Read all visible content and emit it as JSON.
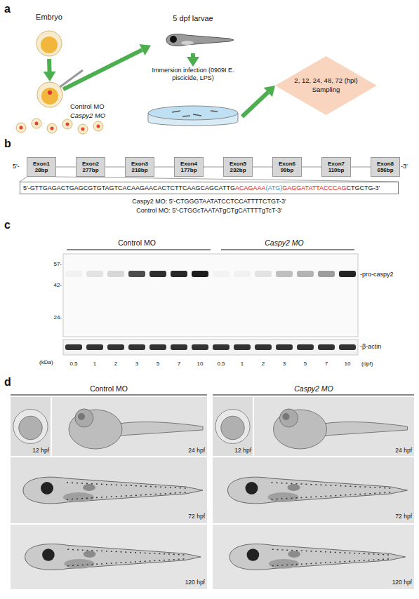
{
  "diagram": {
    "nodes": [
      {
        "text": [
          "Embryo"
        ]
      },
      {
        "text": [
          "Control MO",
          "Caspy2 MO"
        ]
      },
      {
        "text": [
          "5 dpf larvae"
        ]
      },
      {
        "text": [
          "Immersion infection (0909I E. piscicide, LPS)"
        ]
      },
      {
        "text": [
          "2, 12, 24, 48, 72 (hpi)",
          "Sampling"
        ]
      },
      {
        "text": [
          "Exon1 28bp"
        ]
      },
      {
        "text": [
          "Exon2 277bp"
        ]
      },
      {
        "text": [
          "Exon3 218bp"
        ]
      },
      {
        "text": [
          "Exon4 177bp"
        ]
      },
      {
        "text": [
          "Exon5 232bp"
        ]
      },
      {
        "text": [
          "Exon6 99bp"
        ]
      },
      {
        "text": [
          "Exon7 110bp"
        ]
      },
      {
        "text": [
          "Exon8 656bp"
        ]
      },
      {
        "text": [
          "5'-GTTGAGACTGAGCGTGTAGTCACAAGAACACTCTTCAAGCAGCATTG",
          "ACAGAAA",
          "(ATG)",
          "GAGGATATTACCCAG",
          "CTGCTG-3'"
        ]
      }
    ],
    "edges": [
      {
        "from": 0,
        "to": 1,
        "arrow": "to"
      },
      {
        "from": 1,
        "to": 2,
        "arrow": "to"
      },
      {
        "from": 2,
        "to": 3,
        "arrow": "to"
      },
      {
        "from": 3,
        "to": 4,
        "arrow": "to"
      },
      {
        "from": 5,
        "to": 6,
        "arrow": "none"
      },
      {
        "from": 6,
        "to": 7,
        "arrow": "none"
      },
      {
        "from": 7,
        "to": 8,
        "arrow": "none"
      },
      {
        "from": 8,
        "to": 9,
        "arrow": "none"
      },
      {
        "from": 9,
        "to": 10,
        "arrow": "none"
      },
      {
        "from": 10,
        "to": 11,
        "arrow": "none"
      },
      {
        "from": 11,
        "to": 12,
        "arrow": "none"
      }
    ],
    "labels": [
      "a",
      "b",
      "5'-",
      "-3'",
      "Caspy2 MO: 5'-CTGGGTAATATCCTCCATTTTCTGT-3'",
      "Control MO: 5'-CTGGcTAATATgCTgCATTTTgTcT-3'",
      "c",
      "Control MO",
      "Caspy2 MO",
      "57-",
      "42-",
      "24-",
      "-pro-caspy2",
      "-β-actin",
      "(kDa)",
      "0.5",
      "1",
      "2",
      "3",
      "5",
      "7",
      "10",
      "0.5",
      "1",
      "2",
      "3",
      "5",
      "7",
      "10",
      "(dpf)",
      "d",
      "Control MO",
      "Caspy2 MO",
      "12 hpf",
      "24 hpf",
      "72 hpf",
      "120 hpf",
      "12 hpf",
      "24 hpf",
      "72 hpf",
      "120 hpf"
    ]
  }
}
